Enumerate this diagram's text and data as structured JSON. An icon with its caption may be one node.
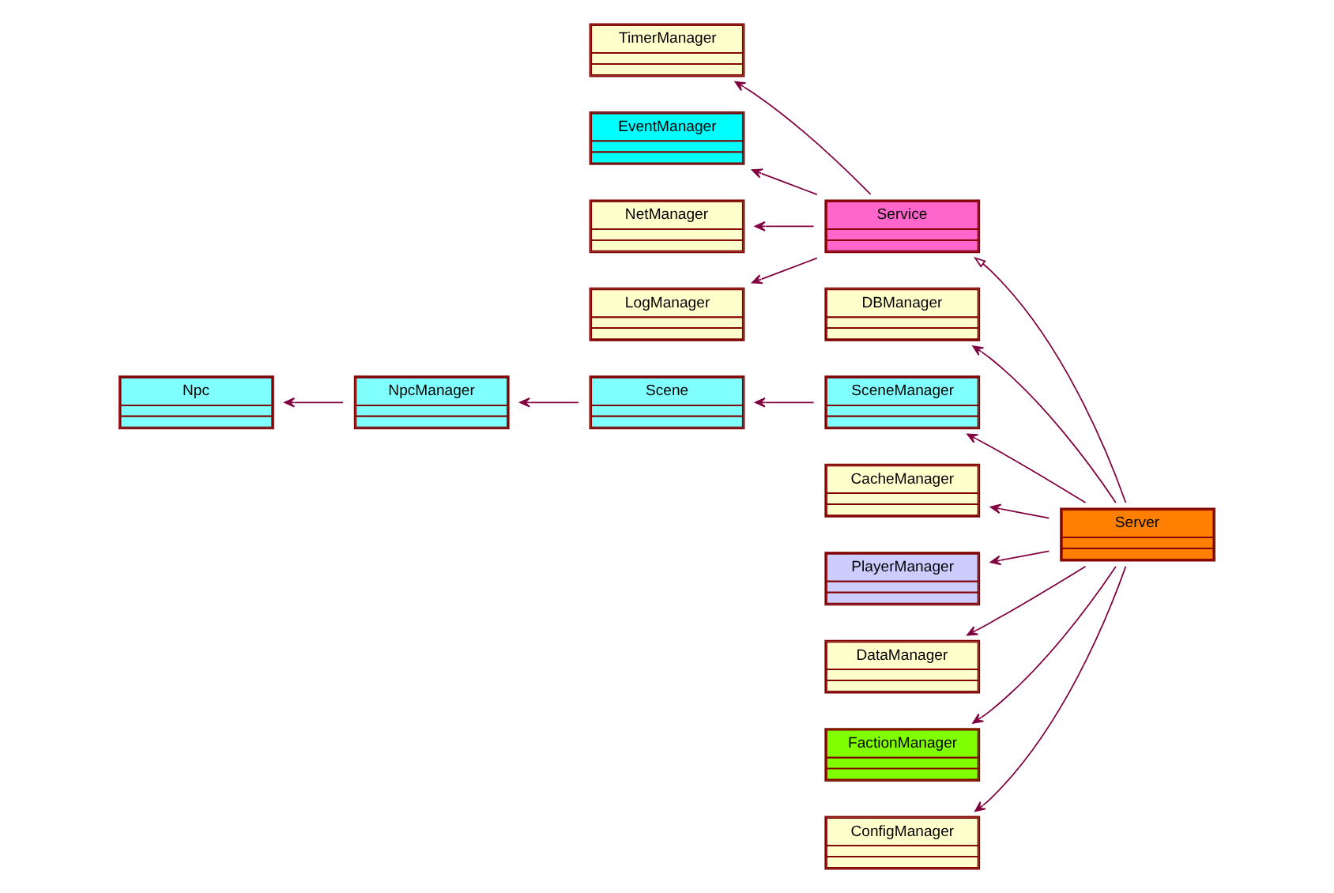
{
  "diagram": {
    "nodes": [
      {
        "text": [
          "TimerManager"
        ]
      },
      {
        "text": [
          "EventManager"
        ]
      },
      {
        "text": [
          "NetManager"
        ]
      },
      {
        "text": [
          "Service"
        ]
      },
      {
        "text": [
          "LogManager"
        ]
      },
      {
        "text": [
          "DBManager"
        ]
      },
      {
        "text": [
          "Scene"
        ]
      },
      {
        "text": [
          "SceneManager"
        ]
      },
      {
        "text": [
          "Server"
        ]
      },
      {
        "text": [
          "NpcManager"
        ]
      },
      {
        "text": [
          "CacheManager"
        ]
      },
      {
        "text": [
          "PlayerManager"
        ]
      },
      {
        "text": [
          "Npc"
        ]
      },
      {
        "text": [
          "DataManager"
        ]
      },
      {
        "text": [
          "FactionManager"
        ]
      },
      {
        "text": [
          "ConfigManager"
        ]
      }
    ],
    "edges": [
      {
        "from": 3,
        "to": 0,
        "arrow": "to"
      },
      {
        "from": 3,
        "to": 1,
        "arrow": "to"
      },
      {
        "from": 3,
        "to": 2,
        "arrow": "to"
      },
      {
        "from": 3,
        "to": 4,
        "arrow": "to"
      },
      {
        "from": 8,
        "to": 3,
        "arrow": "to"
      },
      {
        "from": 8,
        "to": 5,
        "arrow": "to"
      },
      {
        "from": 8,
        "to": 7,
        "arrow": "to"
      },
      {
        "from": 8,
        "to": 10,
        "arrow": "to"
      },
      {
        "from": 8,
        "to": 11,
        "arrow": "to"
      },
      {
        "from": 8,
        "to": 13,
        "arrow": "to"
      },
      {
        "from": 8,
        "to": 14,
        "arrow": "to"
      },
      {
        "from": 8,
        "to": 15,
        "arrow": "to"
      },
      {
        "from": 7,
        "to": 6,
        "arrow": "to"
      },
      {
        "from": 6,
        "to": 9,
        "arrow": "to"
      },
      {
        "from": 9,
        "to": 12,
        "arrow": "to"
      }
    ]
  }
}
